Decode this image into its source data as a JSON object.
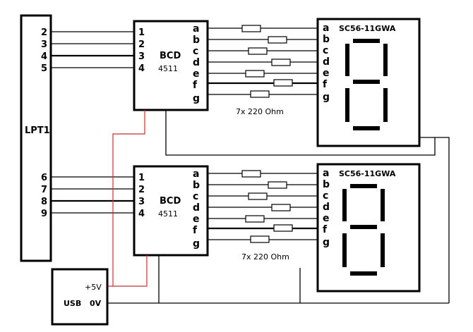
{
  "lpt": {
    "label": "LPT1",
    "pins_top": [
      "2",
      "3",
      "4",
      "5"
    ],
    "pins_bottom": [
      "6",
      "7",
      "8",
      "9"
    ]
  },
  "decoder": {
    "name": "BCD",
    "part": "4511",
    "inputs": [
      "1",
      "2",
      "3",
      "4"
    ],
    "outputs": [
      "a",
      "b",
      "c",
      "d",
      "e",
      "f",
      "g"
    ]
  },
  "display": {
    "model": "SC56-11GWA",
    "segments": [
      "a",
      "b",
      "c",
      "d",
      "e",
      "f",
      "g"
    ]
  },
  "resistors": {
    "note": "7x 220 Ohm"
  },
  "usb": {
    "label": "USB",
    "plus": "+5V",
    "gnd": "0V"
  },
  "colors": {
    "wire": "#000000",
    "power": "#c83232"
  }
}
